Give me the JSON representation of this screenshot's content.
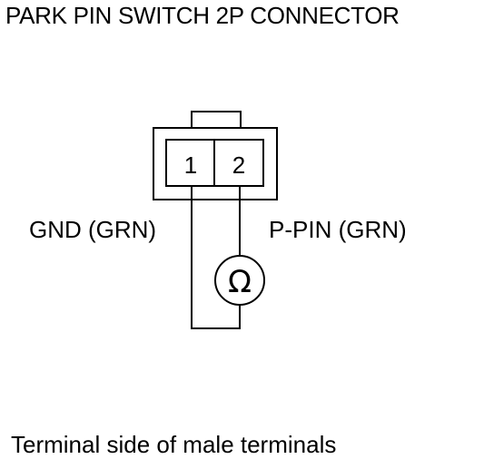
{
  "title": "PARK PIN SWITCH 2P CONNECTOR",
  "connector": {
    "pins": [
      "1",
      "2"
    ]
  },
  "wires": {
    "left_label": "GND (GRN)",
    "right_label": "P-PIN (GRN)"
  },
  "meter": {
    "symbol": "Ω",
    "icon": "ohmmeter-icon"
  },
  "caption": "Terminal side of male terminals"
}
